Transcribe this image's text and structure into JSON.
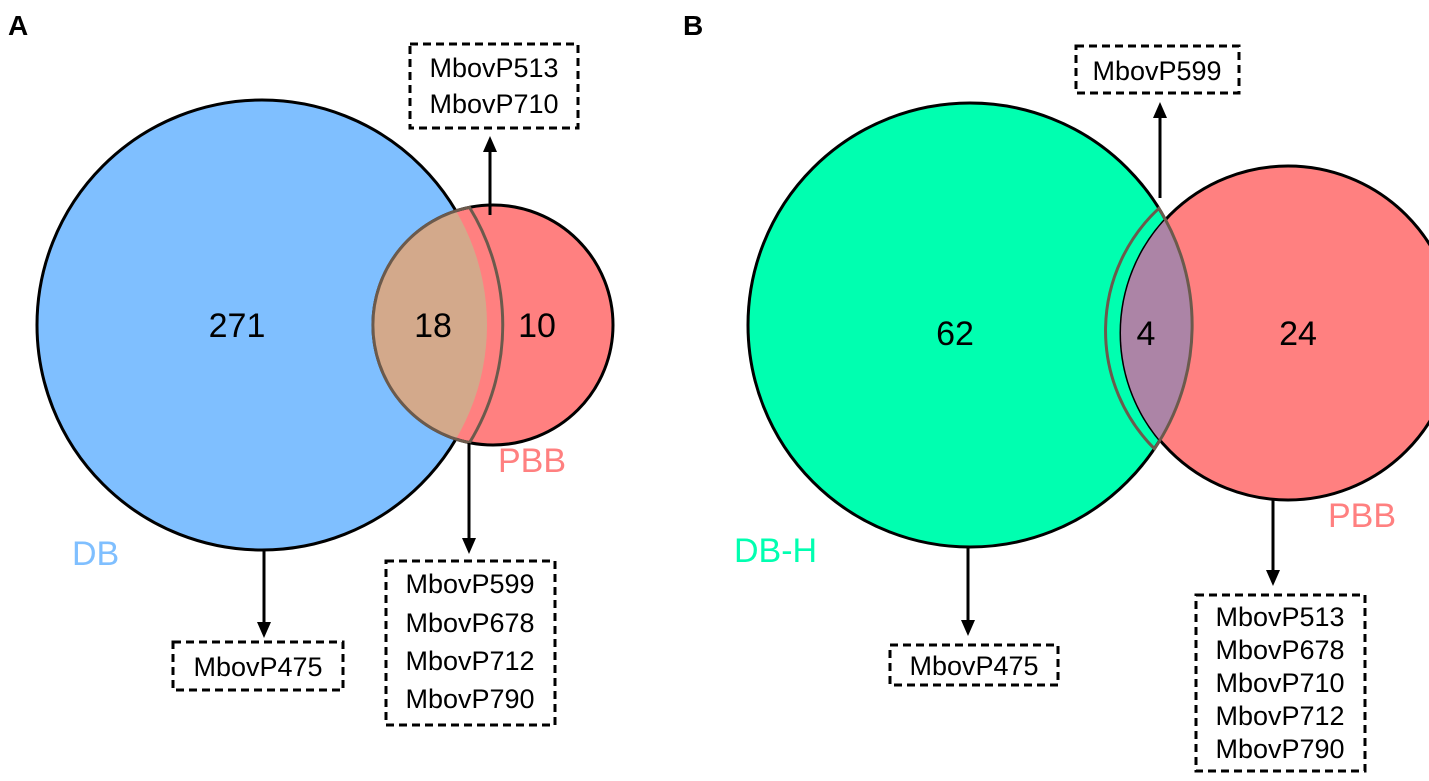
{
  "panel_a": {
    "label": "A",
    "sets": [
      {
        "name": "DB",
        "only_count": "271",
        "color": "#7fbfff"
      },
      {
        "name": "PBB",
        "only_count": "10",
        "color": "#ff8080"
      }
    ],
    "intersection": {
      "count": "18",
      "color": "#d3a98b"
    },
    "boxes": {
      "top": [
        "MbovP513",
        "MbovP710"
      ],
      "left_bottom": [
        "MbovP475"
      ],
      "right_bottom": [
        "MbovP599",
        "MbovP678",
        "MbovP712",
        "MbovP790"
      ]
    }
  },
  "panel_b": {
    "label": "B",
    "sets": [
      {
        "name": "DB-H",
        "only_count": "62",
        "color": "#00ffb0"
      },
      {
        "name": "PBB",
        "only_count": "24",
        "color": "#ff8080"
      }
    ],
    "intersection": {
      "count": "4",
      "color": "#ac84a6"
    },
    "boxes": {
      "top": [
        "MbovP599"
      ],
      "left_bottom": [
        "MbovP475"
      ],
      "right_bottom": [
        "MbovP513",
        "MbovP678",
        "MbovP710",
        "MbovP712",
        "MbovP790"
      ]
    }
  }
}
